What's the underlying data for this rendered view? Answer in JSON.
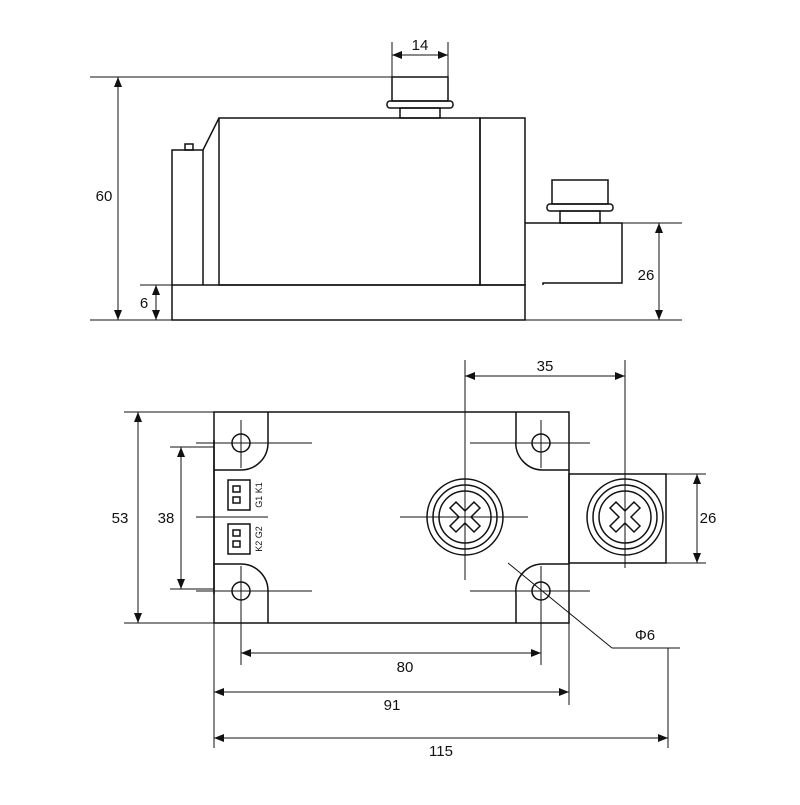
{
  "side_view": {
    "dim_width_top": "14",
    "dim_total_height": "60",
    "dim_base_height": "6",
    "dim_terminal_height": "26"
  },
  "top_view": {
    "dim_terminal_spacing": "35",
    "dim_body_height": "53",
    "dim_gate_spacing": "38",
    "dim_terminal_block": "26",
    "dim_hole": "Φ6",
    "dim_hole_pitch": "80",
    "dim_body_length": "91",
    "dim_total_length": "115",
    "gate_label_1": "G1 K1",
    "gate_label_2": "K2 G2"
  },
  "colors": {
    "line": "#111111",
    "background": "#ffffff"
  }
}
